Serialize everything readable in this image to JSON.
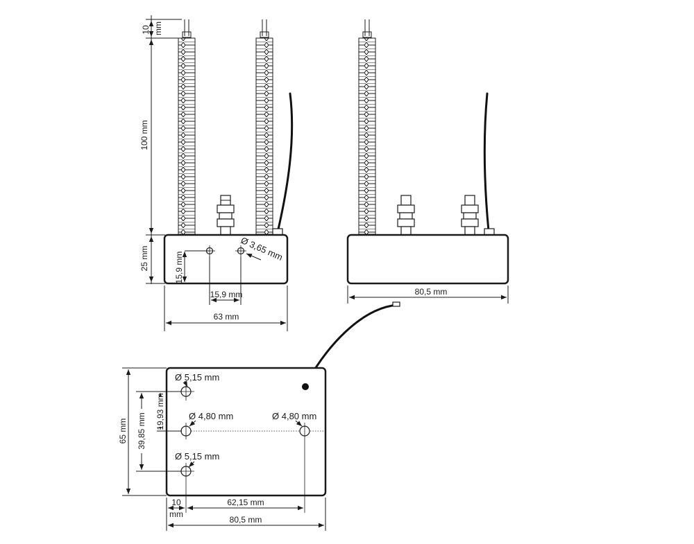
{
  "front_view": {
    "dim_top_wire_value": "10",
    "dim_top_wire_unit": "mm",
    "dim_sleeve_length": "100 mm",
    "dim_body_height": "25 mm",
    "dim_hole_height": "15,9 mm",
    "dim_hole_spacing": "15,9 mm",
    "dim_body_width": "63 mm",
    "hole_label": "Ø 3,65 mm"
  },
  "side_view": {
    "dim_body_width": "80,5 mm"
  },
  "bottom_view": {
    "hole_label_top_left": "Ø 5,15 mm",
    "hole_label_mid_left": "Ø 4,80 mm",
    "hole_label_mid_right": "Ø 4,80 mm",
    "hole_label_bottom_left": "Ø 5,15 mm",
    "dim_total_height": "65 mm",
    "dim_mid_offset": "39,85 mm",
    "dim_hole_offset": "19,93 mm",
    "dim_left_offset_value": "10",
    "dim_left_offset_unit": "mm",
    "dim_hole_distance": "62,15 mm",
    "dim_total_width": "80,5 mm"
  }
}
